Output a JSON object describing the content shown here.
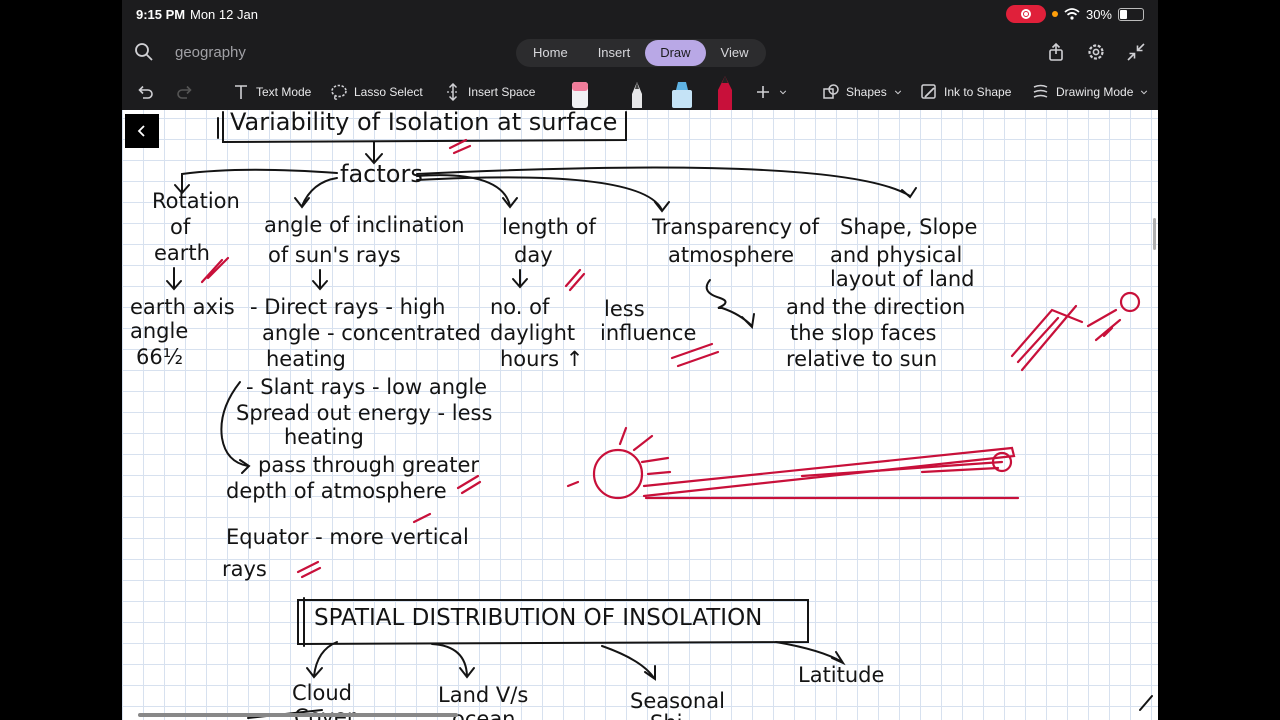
{
  "status_bar": {
    "time": "9:15 PM",
    "date": "Mon 12 Jan",
    "battery": "30%"
  },
  "header": {
    "title": "geography",
    "tabs": [
      {
        "label": "Home"
      },
      {
        "label": "Insert"
      },
      {
        "label": "Draw"
      },
      {
        "label": "View"
      }
    ],
    "active_tab": "Draw"
  },
  "toolbar": {
    "text_mode": "Text Mode",
    "lasso_select": "Lasso Select",
    "insert_space": "Insert Space",
    "shapes": "Shapes",
    "ink_to_shape": "Ink to Shape",
    "drawing_mode": "Drawing Mode"
  },
  "colors": {
    "accent": "#b9a8e6",
    "ink": "#141414",
    "highlight": "#c8103a",
    "record": "#e0203a"
  },
  "notes": {
    "title": "Variability of Isolation at surface",
    "factors": "factors",
    "f1_a": "Rotation",
    "f1_b": "of",
    "f1_c": "earth",
    "f1_d": "earth axis",
    "f1_e": "angle",
    "f1_f": "66½",
    "f2_a": "angle of inclination",
    "f2_b": "of sun's rays",
    "f2_c": "- Direct rays - high",
    "f2_d": "angle - concentrated",
    "f2_e": "heating",
    "f2_f": "- Slant rays - low angle",
    "f2_g": "Spread out energy - less",
    "f2_h": "heating",
    "f2_i": "pass through greater",
    "f2_j": "depth of atmosphere",
    "f2_k": "Equator - more vertical",
    "f2_l": "rays",
    "f3_a": "length of",
    "f3_b": "day",
    "f3_c": "no. of",
    "f3_d": "daylight",
    "f3_e": "hours ↑",
    "f4_a": "Transparency of",
    "f4_b": "atmosphere",
    "f4_c": "less",
    "f4_d": "influence",
    "f5_a": "Shape, Slope",
    "f5_b": "and physical",
    "f5_c": "layout of land",
    "f5_d": "and the direction",
    "f5_e": "the slop faces",
    "f5_f": "relative to sun",
    "title2": "SPATIAL DISTRIBUTION OF INSOLATION",
    "s1_a": "Cloud",
    "s1_b": "Cover",
    "s2_a": "Land V/s",
    "s2_b": "ocean",
    "s3_a": "Seasonal",
    "s3_b": "Shi",
    "s4": "Latitude"
  }
}
